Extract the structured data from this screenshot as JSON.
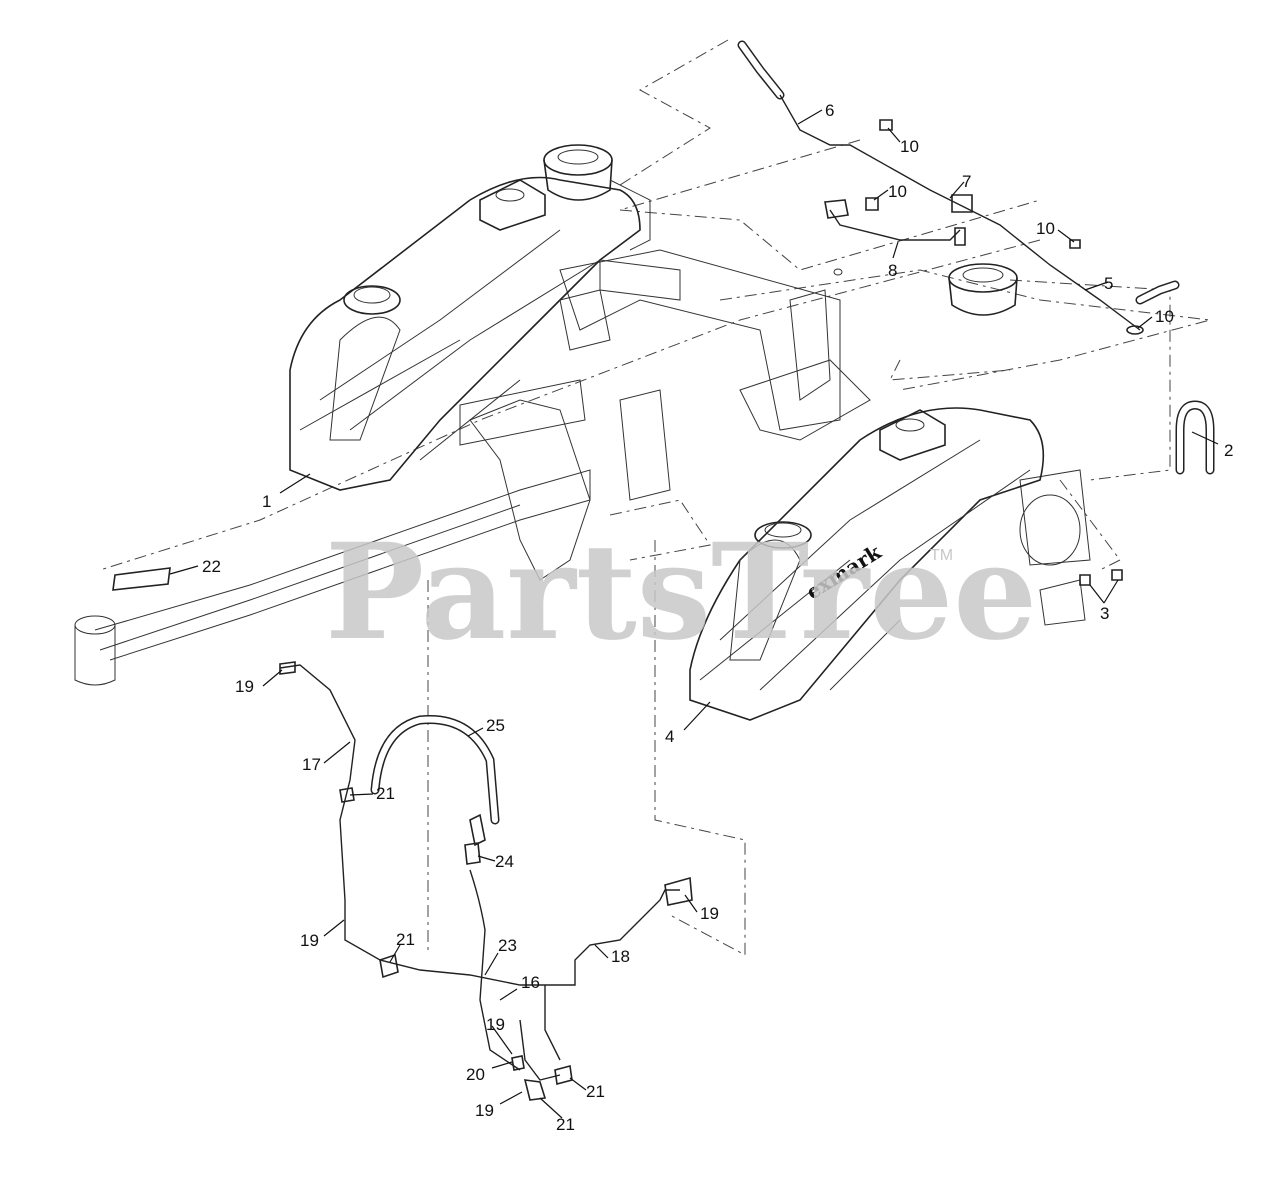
{
  "watermark": {
    "text": "PartsTree",
    "mark": "TM"
  },
  "brand_logo": "exmark",
  "callouts": [
    {
      "id": "c1",
      "label": "1"
    },
    {
      "id": "c2",
      "label": "2"
    },
    {
      "id": "c3",
      "label": "3"
    },
    {
      "id": "c4",
      "label": "4"
    },
    {
      "id": "c5",
      "label": "5"
    },
    {
      "id": "c6",
      "label": "6"
    },
    {
      "id": "c7",
      "label": "7"
    },
    {
      "id": "c8",
      "label": "8"
    },
    {
      "id": "c10a",
      "label": "10"
    },
    {
      "id": "c10b",
      "label": "10"
    },
    {
      "id": "c10c",
      "label": "10"
    },
    {
      "id": "c10d",
      "label": "10"
    },
    {
      "id": "c16",
      "label": "16"
    },
    {
      "id": "c17",
      "label": "17"
    },
    {
      "id": "c18",
      "label": "18"
    },
    {
      "id": "c19a",
      "label": "19"
    },
    {
      "id": "c19b",
      "label": "19"
    },
    {
      "id": "c19c",
      "label": "19"
    },
    {
      "id": "c19d",
      "label": "19"
    },
    {
      "id": "c19e",
      "label": "19"
    },
    {
      "id": "c20",
      "label": "20"
    },
    {
      "id": "c21a",
      "label": "21"
    },
    {
      "id": "c21b",
      "label": "21"
    },
    {
      "id": "c21c",
      "label": "21"
    },
    {
      "id": "c21d",
      "label": "21"
    },
    {
      "id": "c22",
      "label": "22"
    },
    {
      "id": "c23",
      "label": "23"
    },
    {
      "id": "c24",
      "label": "24"
    },
    {
      "id": "c25",
      "label": "25"
    }
  ]
}
